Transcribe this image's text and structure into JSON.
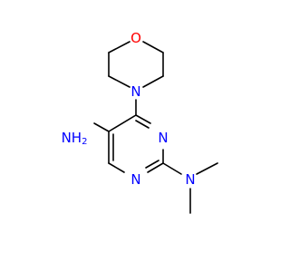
{
  "colors": {
    "background": "#ffffff",
    "bond": "#000000",
    "nitrogen": "#0000ff",
    "oxygen": "#ff0000"
  },
  "atoms": {
    "oxygen": "O",
    "morpholine_n": "N",
    "ring_n_upper": "N",
    "ring_n_lower": "N",
    "dimethyl_n": "N",
    "amine": "NH",
    "amine_subscript": "2"
  }
}
